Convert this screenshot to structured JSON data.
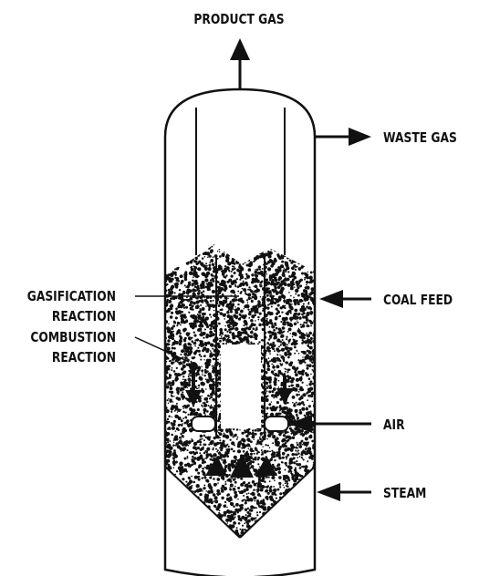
{
  "labels": {
    "product_gas": "PRODUCT GAS",
    "waste_gas": "WASTE GAS",
    "coal_feed": "COAL FEED",
    "gasification_line1": "GASIFICATION",
    "gasification_line2": "REACTION",
    "combustion_line1": "COMBUSTION",
    "combustion_line2": "REACTION",
    "air": "AIR",
    "steam": "STEAM"
  },
  "colors": {
    "ink": "#111111",
    "background": "#ffffff"
  }
}
